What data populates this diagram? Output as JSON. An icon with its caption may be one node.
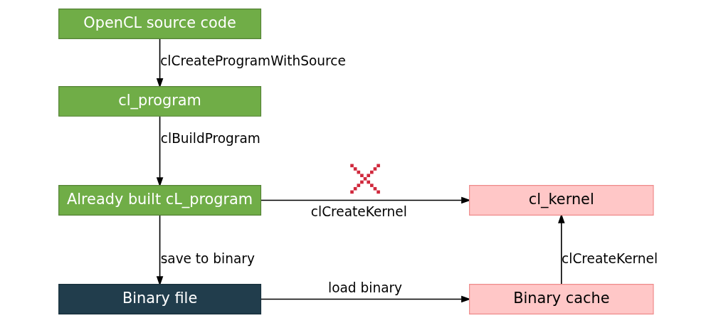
{
  "diagram": {
    "nodes": [
      {
        "text": [
          "OpenCL source code"
        ]
      },
      {
        "text": [
          "cl_program"
        ]
      },
      {
        "text": [
          "Already built cL_program"
        ]
      },
      {
        "text": [],
        "shape": "cross"
      },
      {
        "text": [
          "cl_kernel"
        ]
      },
      {
        "text": [
          "Binary file"
        ]
      },
      {
        "text": [
          "Binary cache"
        ]
      }
    ],
    "edges": [
      {
        "from": 0,
        "to": 1,
        "arrow": "to",
        "label": "clCreateProgramWithSource"
      },
      {
        "from": 1,
        "to": 2,
        "arrow": "to",
        "label": "clBuildProgram"
      },
      {
        "from": 2,
        "to": 4,
        "arrow": "to",
        "label": "clCreateKernel"
      },
      {
        "from": 2,
        "to": 5,
        "arrow": "to",
        "label": "save to binary"
      },
      {
        "from": 5,
        "to": 6,
        "arrow": "to",
        "label": "load binary"
      },
      {
        "from": 6,
        "to": 4,
        "arrow": "to",
        "label": "clCreateKernel"
      }
    ]
  }
}
